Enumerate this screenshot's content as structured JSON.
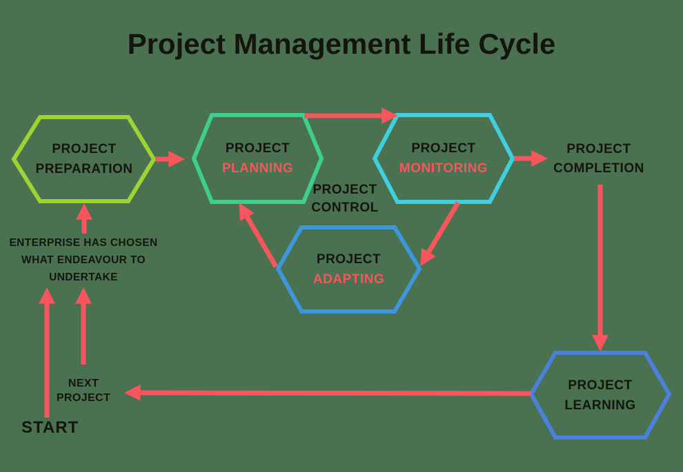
{
  "title": "Project Management Life Cycle",
  "colors": {
    "background": "#4a7150",
    "arrow": "#f9555c",
    "accent_text": "#f9555c",
    "text": "#15150f",
    "preparation_stroke": "#9ed335",
    "planning_stroke": "#3ecf90",
    "monitoring_stroke": "#3fcfe0",
    "adapting_stroke": "#3e97dc",
    "learning_stroke": "#4b80dd",
    "underlay_line": "#9ed335"
  },
  "nodes": {
    "preparation": {
      "line1": "PROJECT",
      "line2": "PREPARATION"
    },
    "planning": {
      "line1": "PROJECT",
      "line2": "PLANNING"
    },
    "monitoring": {
      "line1": "PROJECT",
      "line2": "MONITORING"
    },
    "adapting": {
      "line1": "PROJECT",
      "line2": "ADAPTING"
    },
    "learning": {
      "line1": "PROJECT",
      "line2": "LEARNING"
    }
  },
  "labels": {
    "completion": {
      "line1": "PROJECT",
      "line2": "COMPLETION"
    },
    "control": {
      "line1": "PROJECT",
      "line2": "CONTROL"
    },
    "enterprise": {
      "line1": "ENTERPRISE HAS CHOSEN",
      "line2": "WHAT ENDEAVOUR TO",
      "line3": "UNDERTAKE"
    },
    "next_project": {
      "line1": "NEXT",
      "line2": "PROJECT"
    },
    "start": "START"
  }
}
